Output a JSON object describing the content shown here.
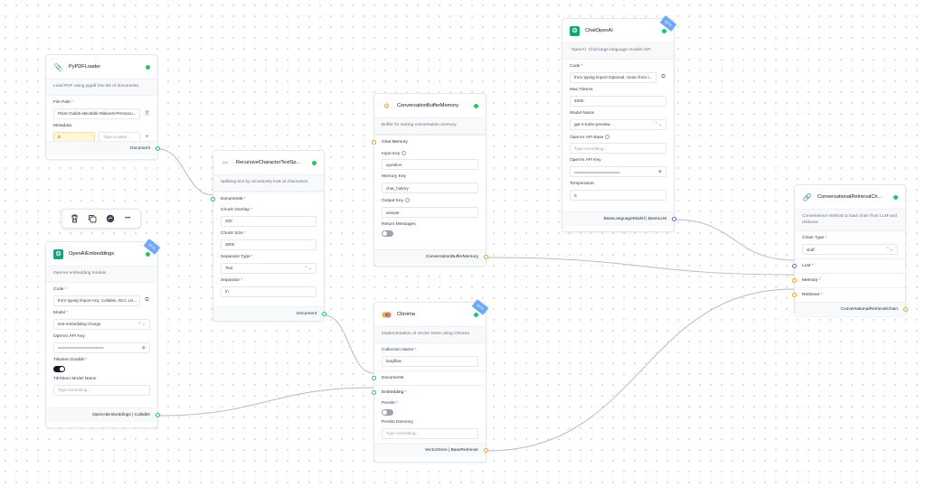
{
  "colors": {
    "status_ok": "#22c55e",
    "handle_input": "#22c55e",
    "handle_output": "#f59e0b",
    "handle_llm": "#6366f1",
    "openai": "#12a37f",
    "beta_badge": "#6ea8f7"
  },
  "toolbar": {
    "buttons": [
      "trash-icon",
      "duplicate-icon",
      "freeze-icon",
      "more-icon"
    ],
    "more_label": "•••"
  },
  "pypdf": {
    "title": "PyPDFLoader",
    "description": "Load PDF using pypdf into list of documents.",
    "file_path_label": "File Path",
    "file_path_value": "Plant-Guilds-eBookbk-Midwest-Permacu...",
    "metadata_label": "Metadata",
    "metadata_key": "0",
    "metadata_placeholder": "Type a value...",
    "output": "Document"
  },
  "splitter": {
    "title": "RecursiveCharacterTextSp...",
    "description": "Splitting text by recursively look at characters.",
    "documents_label": "Documents",
    "chunk_overlap_label": "Chunk Overlap",
    "chunk_overlap_value": "200",
    "chunk_size_label": "Chunk Size",
    "chunk_size_value": "3000",
    "separator_type_label": "Separator Type",
    "separator_type_value": "Text",
    "separator_label": "Separator",
    "separator_value": "\\n",
    "output": "Document"
  },
  "embeddings": {
    "title": "OpenAIEmbeddings",
    "badge": "BETA",
    "description": "OpenAI embedding models",
    "code_label": "Code",
    "code_value": "from typing import Any, Callable, Dict, Lis...",
    "model_label": "Model",
    "model_value": "text-embedding-3-large",
    "api_key_label": "OpenAI API Key",
    "api_key_value": "••••••••••••••••••••••••••••••••••••••••••••••",
    "tiktoken_label": "Tiktoken Enable",
    "tiktoken_model_label": "TikToken Model Name",
    "tiktoken_model_placeholder": "Type something...",
    "output": "OpenAIEmbeddings | Callable"
  },
  "memory": {
    "title": "ConversationBufferMemory",
    "description": "Buffer for storing conversation memory.",
    "chat_memory_label": "Chat Memory",
    "input_key_label": "Input Key",
    "input_key_value": "question",
    "memory_key_label": "Memory Key",
    "memory_key_value": "chat_history",
    "output_key_label": "Output Key",
    "output_key_value": "answer",
    "return_messages_label": "Return Messages",
    "output": "ConversationBufferMemory"
  },
  "chroma": {
    "title": "Chroma",
    "badge": "BETA",
    "description": "Implementation of Vector Store using Chroma",
    "collection_label": "Collection Name",
    "collection_value": "langflow",
    "documents_label": "Documents",
    "embedding_label": "Embedding",
    "persist_label": "Persist",
    "persist_dir_label": "Persist Directory",
    "persist_dir_placeholder": "Type something...",
    "output": "VectorStore | BaseRetriever"
  },
  "chatopenai": {
    "title": "ChatOpenAI",
    "badge": "BETA",
    "description": "`OpenAI` Chat large language models API.",
    "code_label": "Code",
    "code_value": "from typing import Optional, Union from l...",
    "max_tokens_label": "Max Tokens",
    "max_tokens_value": "4000",
    "model_name_label": "Model Name",
    "model_name_value": "gpt-4-turbo-preview",
    "api_base_label": "OpenAI API Base",
    "api_base_placeholder": "Type something...",
    "api_key_label": "OpenAI API Key",
    "api_key_value": "••••••••••••••••••••••••••••••••••••••••••••••",
    "temperature_label": "Temperature",
    "temperature_value": "0",
    "output": "BaseLanguageModel | BaseLLM"
  },
  "retrieval": {
    "title": "ConversationalRetrievalCh...",
    "description": "Convenience method to load chain from LLM and retriever.",
    "chain_type_label": "Chain Type",
    "chain_type_value": "stuff",
    "llm_label": "LLM",
    "memory_label": "Memory",
    "retriever_label": "Retriever",
    "output": "ConversationalRetrievalChain"
  }
}
